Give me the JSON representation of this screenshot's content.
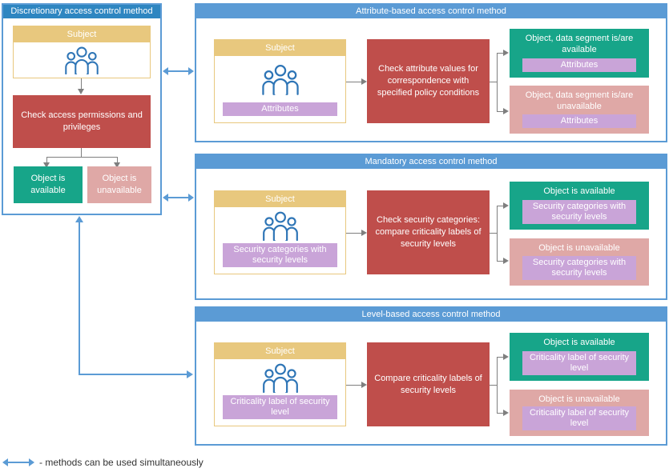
{
  "colors": {
    "panel_border_blue": "#5B9BD5",
    "discretionary_header_blue": "#2E86C1",
    "subject_header_tan": "#E8C87E",
    "attribute_bar_lavender": "#C9A4D8",
    "check_box_red": "#BF4E4B",
    "available_box_green": "#17A589",
    "unavailable_box_pink": "#DFA8A6",
    "flow_arrow_gray": "#7F7F7F",
    "people_icon_blue": "#2E75B6"
  },
  "discretionary": {
    "title": "Discretionary access control method",
    "subject_label": "Subject",
    "check_label": "Check access permissions and privileges",
    "available_label": "Object is available",
    "unavailable_label": "Object is unavailable"
  },
  "attribute": {
    "title": "Attribute-based access control method",
    "subject_label": "Subject",
    "subject_tag": "Attributes",
    "check_label": "Check attribute values for correspondence with specified policy conditions",
    "available_label": "Object, data segment is/are available",
    "available_tag": "Attributes",
    "unavailable_label": "Object, data segment is/are unavailable",
    "unavailable_tag": "Attributes"
  },
  "mandatory": {
    "title": "Mandatory access control method",
    "subject_label": "Subject",
    "subject_tag": "Security categories with security levels",
    "check_label": "Check security categories: compare criticality labels of security levels",
    "available_label": "Object is available",
    "available_tag": "Security categories with security levels",
    "unavailable_label": "Object is unavailable",
    "unavailable_tag": "Security categories with security levels"
  },
  "level": {
    "title": "Level-based access control method",
    "subject_label": "Subject",
    "subject_tag": "Criticality label of security level",
    "check_label": "Compare criticality labels of security levels",
    "available_label": "Object is available",
    "available_tag": "Criticality label of security level",
    "unavailable_label": "Object is unavailable",
    "unavailable_tag": "Criticality label of security level"
  },
  "legend": {
    "text": "- methods can be used simultaneously"
  }
}
